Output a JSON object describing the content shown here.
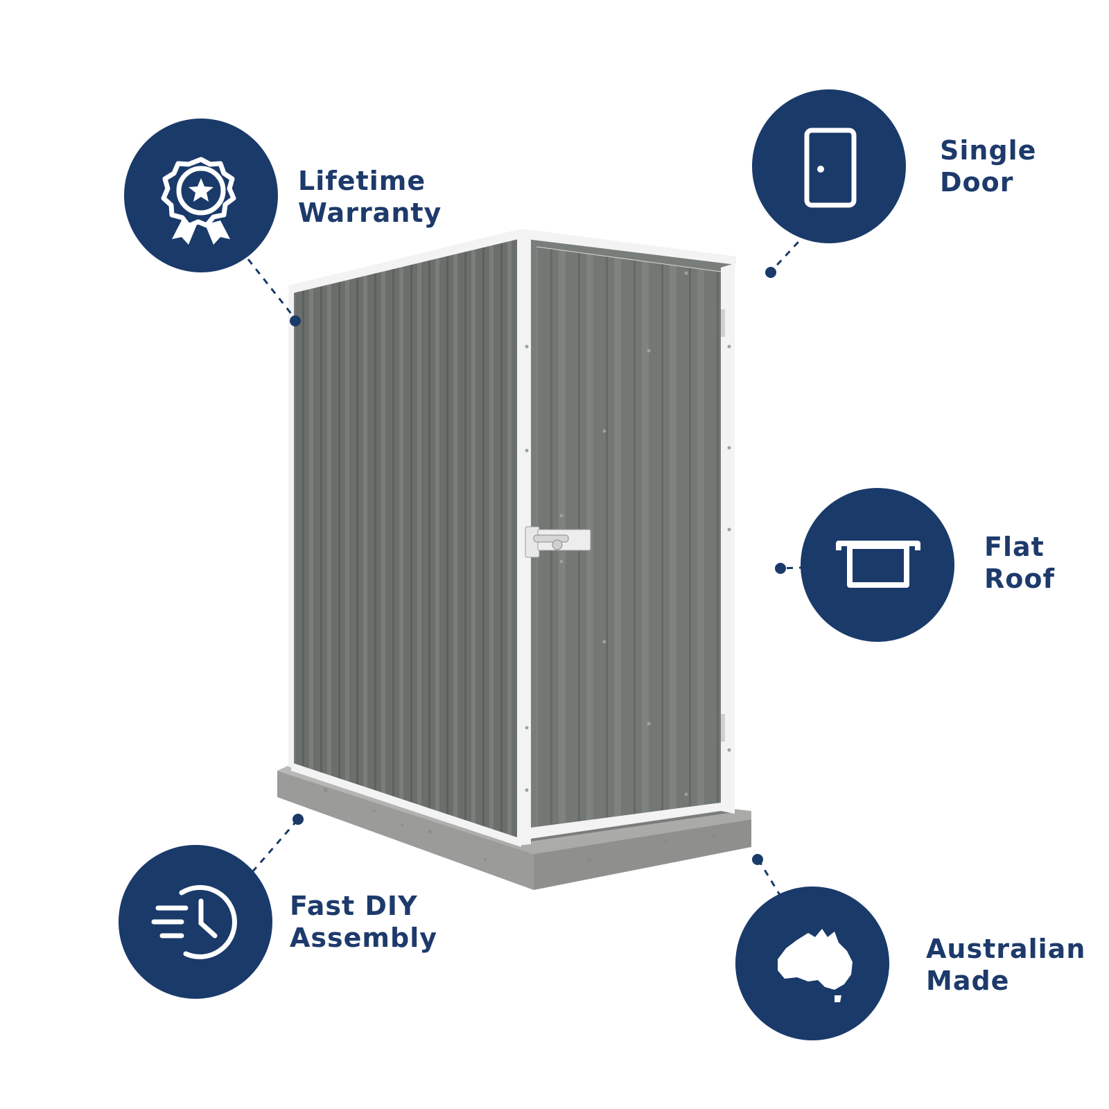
{
  "colors": {
    "badge": "#1a3a6a",
    "label": "#1d3a6b",
    "icon": "#ffffff",
    "shed_panel": "#6f7370",
    "shed_trim": "#f2f2f2",
    "base": "#9e9e9e"
  },
  "product": {
    "name": "single-door flat-roof garden shed",
    "color_name": "grey"
  },
  "features": {
    "warranty": {
      "line1": "Lifetime",
      "line2": "Warranty",
      "icon": "award-ribbon-icon"
    },
    "door": {
      "line1": "Single",
      "line2": "Door",
      "icon": "door-icon"
    },
    "roof": {
      "line1": "Flat",
      "line2": "Roof",
      "icon": "flat-roof-icon"
    },
    "assembly": {
      "line1": "Fast DIY",
      "line2": "Assembly",
      "icon": "fast-clock-icon"
    },
    "origin": {
      "line1": "Australian",
      "line2": "Made",
      "icon": "australia-map-icon"
    }
  }
}
